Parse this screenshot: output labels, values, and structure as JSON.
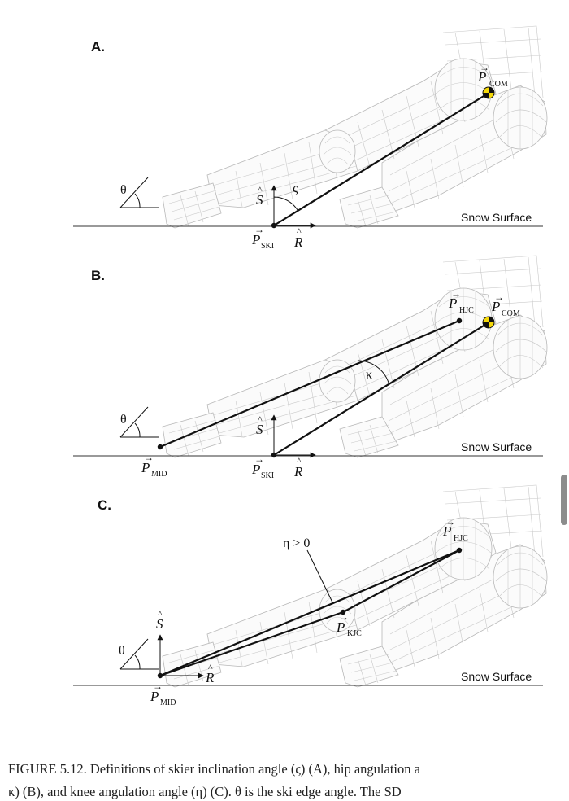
{
  "panels": [
    {
      "letter": "A.",
      "snow": "Snow Surface",
      "theta": "θ"
    },
    {
      "letter": "B.",
      "snow": "Snow Surface",
      "theta": "θ"
    },
    {
      "letter": "C.",
      "snow": "Snow Surface",
      "theta": "θ"
    }
  ],
  "symbols": {
    "P": "P",
    "S": "S",
    "R": "R",
    "com": "COM",
    "ski": "SKI",
    "hjc": "HJC",
    "mid": "MID",
    "kjc": "KJC",
    "varsigma": "ς",
    "kappa": "κ",
    "eta": "η > 0"
  },
  "caption": {
    "line1": "FIGURE 5.12.  Definitions of skier inclination angle (ς) (A), hip angulation a",
    "line2": "κ) (B), and knee angulation angle (η) (C). θ is the ski edge angle. The SD"
  }
}
